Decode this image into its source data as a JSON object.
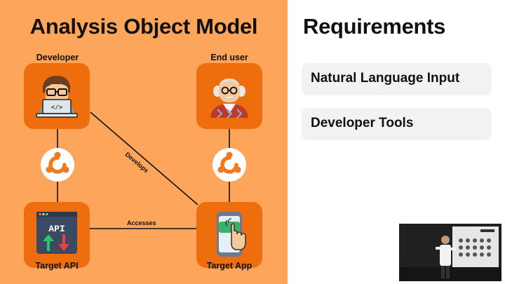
{
  "slide": {
    "title": "Analysis Object Model",
    "nodes": {
      "developer": {
        "label": "Developer"
      },
      "end_user": {
        "label": "End user"
      },
      "target_api": {
        "label": "Target API",
        "icon_text": "API"
      },
      "target_app": {
        "label": "Target App"
      }
    },
    "edges": {
      "develops": "Develops",
      "accesses": "Accesses"
    },
    "colors": {
      "panel_background": "#fea55c",
      "node_fill": "#ee6d0c",
      "logo_color": "#f07a20"
    }
  },
  "requirements": {
    "title": "Requirements",
    "items": [
      {
        "label": "Natural Language Input"
      },
      {
        "label": "Developer Tools"
      }
    ]
  }
}
